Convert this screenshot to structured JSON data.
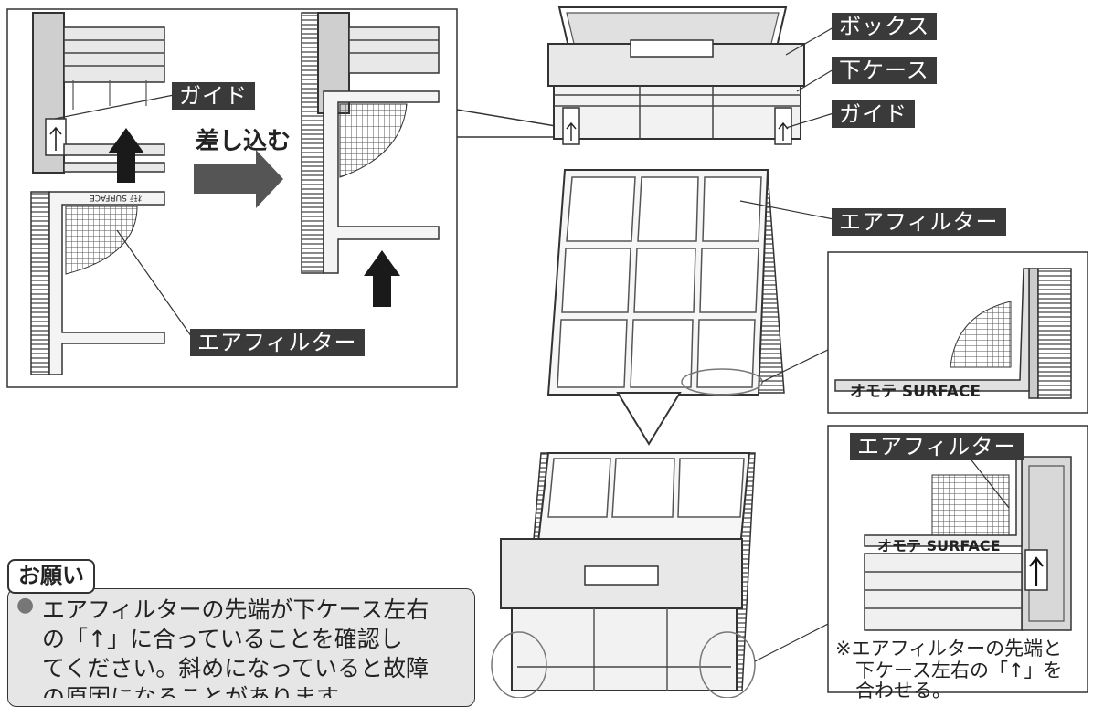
{
  "labels": {
    "box": "ボックス",
    "lower_case": "下ケース",
    "guide": "ガイド",
    "air_filter": "エアフィルター"
  },
  "inset": {
    "guide": "ガイド",
    "insert": "差し込む",
    "air_filter": "エアフィルター"
  },
  "surface_text": "オモテ SURFACE",
  "filter_small_print": "ｵﾓﾃ SURFACE",
  "note": {
    "heading": "お願い",
    "bullet": "●",
    "lines": [
      "エアフィルターの先端が下ケース左右",
      "の「↑」に合っていることを確認し",
      "てください。斜めになっていると故障",
      "の原因になることがあります。"
    ]
  },
  "caption": {
    "line1": "※エアフィルターの先端と",
    "line2": "下ケース左右の「↑」を",
    "line3": "合わせる。"
  },
  "colors": {
    "label_bg": "#3a3a3a",
    "arrow": "#1a1a1a",
    "mesh": "#555555",
    "note_bg": "#e6e6e6"
  }
}
